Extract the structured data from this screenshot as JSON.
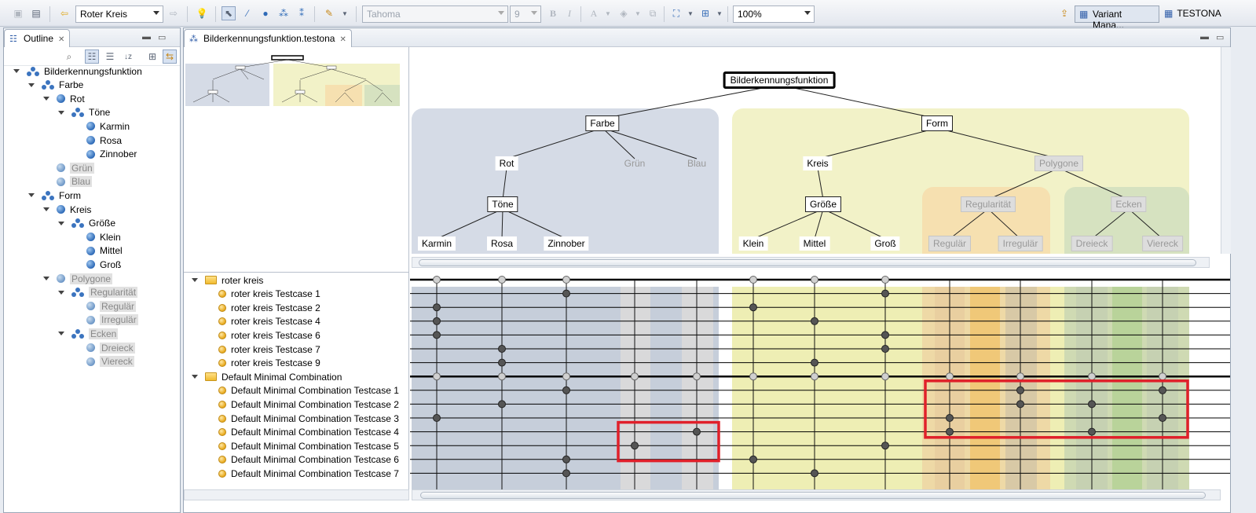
{
  "toolbar": {
    "element_combo": "Roter Kreis",
    "font_combo": "Tahoma",
    "size_combo": "9",
    "zoom_combo": "100%",
    "perspective_variant": "Variant Mana...",
    "perspective_testona": "TESTONA",
    "icons": [
      "save-icon",
      "print-icon",
      "back-arrow-icon",
      "forward-arrow-icon",
      "lightbulb-icon",
      "select-pointer-icon",
      "magic-wand-icon",
      "add-class-icon",
      "add-classification-icon",
      "add-composition-icon",
      "brush-icon",
      "bold-icon",
      "italic-icon",
      "font-color-icon",
      "fill-color-icon",
      "copy-format-icon",
      "zoom-fit-icon",
      "layout-icon"
    ]
  },
  "outline": {
    "title": "Outline",
    "items": [
      {
        "label": "Bilderkennungsfunktion",
        "type": "class",
        "depth": 0,
        "grey": false
      },
      {
        "label": "Farbe",
        "type": "class",
        "depth": 1,
        "grey": false
      },
      {
        "label": "Rot",
        "type": "ball",
        "depth": 2,
        "grey": false
      },
      {
        "label": "Töne",
        "type": "class",
        "depth": 3,
        "grey": false
      },
      {
        "label": "Karmin",
        "type": "ball",
        "depth": 4,
        "grey": false
      },
      {
        "label": "Rosa",
        "type": "ball",
        "depth": 4,
        "grey": false
      },
      {
        "label": "Zinnober",
        "type": "ball",
        "depth": 4,
        "grey": false
      },
      {
        "label": "Grün",
        "type": "ball",
        "depth": 2,
        "grey": true
      },
      {
        "label": "Blau",
        "type": "ball",
        "depth": 2,
        "grey": true
      },
      {
        "label": "Form",
        "type": "class",
        "depth": 1,
        "grey": false
      },
      {
        "label": "Kreis",
        "type": "ball",
        "depth": 2,
        "grey": false
      },
      {
        "label": "Größe",
        "type": "class",
        "depth": 3,
        "grey": false
      },
      {
        "label": "Klein",
        "type": "ball",
        "depth": 4,
        "grey": false
      },
      {
        "label": "Mittel",
        "type": "ball",
        "depth": 4,
        "grey": false
      },
      {
        "label": "Groß",
        "type": "ball",
        "depth": 4,
        "grey": false
      },
      {
        "label": "Polygone",
        "type": "ball",
        "depth": 2,
        "grey": true
      },
      {
        "label": "Regularität",
        "type": "class",
        "depth": 3,
        "grey": true
      },
      {
        "label": "Regulär",
        "type": "ball",
        "depth": 4,
        "grey": true
      },
      {
        "label": "Irregulär",
        "type": "ball",
        "depth": 4,
        "grey": true
      },
      {
        "label": "Ecken",
        "type": "class",
        "depth": 3,
        "grey": true
      },
      {
        "label": "Dreieck",
        "type": "ball",
        "depth": 4,
        "grey": true
      },
      {
        "label": "Viereck",
        "type": "ball",
        "depth": 4,
        "grey": true
      }
    ]
  },
  "editor": {
    "tab_title": "Bilderkennungsfunktion.testona"
  },
  "tree": {
    "nodes": [
      {
        "id": "root",
        "label": "Bilderkennungsfunktion",
        "style": "root"
      },
      {
        "id": "farbe",
        "label": "Farbe",
        "style": "box"
      },
      {
        "id": "form",
        "label": "Form",
        "style": "box"
      },
      {
        "id": "rot",
        "label": "Rot",
        "style": "plain"
      },
      {
        "id": "gruen",
        "label": "Grün",
        "style": "grey-text"
      },
      {
        "id": "blau",
        "label": "Blau",
        "style": "grey-text"
      },
      {
        "id": "toene",
        "label": "Töne",
        "style": "box"
      },
      {
        "id": "karmin",
        "label": "Karmin",
        "style": "plain"
      },
      {
        "id": "rosa",
        "label": "Rosa",
        "style": "plain"
      },
      {
        "id": "zinnober",
        "label": "Zinnober",
        "style": "plain"
      },
      {
        "id": "kreis",
        "label": "Kreis",
        "style": "plain"
      },
      {
        "id": "polygone",
        "label": "Polygone",
        "style": "grey"
      },
      {
        "id": "groesse",
        "label": "Größe",
        "style": "box"
      },
      {
        "id": "klein",
        "label": "Klein",
        "style": "plain"
      },
      {
        "id": "mittel",
        "label": "Mittel",
        "style": "plain"
      },
      {
        "id": "gross",
        "label": "Groß",
        "style": "plain"
      },
      {
        "id": "regularitaet",
        "label": "Regularität",
        "style": "grey"
      },
      {
        "id": "ecken",
        "label": "Ecken",
        "style": "grey"
      },
      {
        "id": "regulaer",
        "label": "Regulär",
        "style": "grey"
      },
      {
        "id": "irregulaer",
        "label": "Irregulär",
        "style": "grey"
      },
      {
        "id": "dreieck",
        "label": "Dreieck",
        "style": "grey"
      },
      {
        "id": "viereck",
        "label": "Viereck",
        "style": "grey"
      }
    ]
  },
  "testcases": {
    "groups": [
      {
        "label": "roter kreis",
        "cases": [
          "roter kreis Testcase 1",
          "roter kreis Testcase 2",
          "roter kreis Testcase 4",
          "roter kreis Testcase 6",
          "roter kreis Testcase 7",
          "roter kreis Testcase 9"
        ]
      },
      {
        "label": "Default Minimal Combination",
        "cases": [
          "Default Minimal Combination Testcase 1",
          "Default Minimal Combination Testcase 2",
          "Default Minimal Combination Testcase 3",
          "Default Minimal Combination Testcase 4",
          "Default Minimal Combination Testcase 5",
          "Default Minimal Combination Testcase 6",
          "Default Minimal Combination Testcase 7"
        ]
      }
    ]
  },
  "colors": {
    "farbe_region": "#d5dbe6",
    "form_region": "#f2f2c8",
    "regularitaet_region": "#f6e0b0",
    "ecken_region": "#d6e2c0",
    "highlight": "#e0202a"
  }
}
